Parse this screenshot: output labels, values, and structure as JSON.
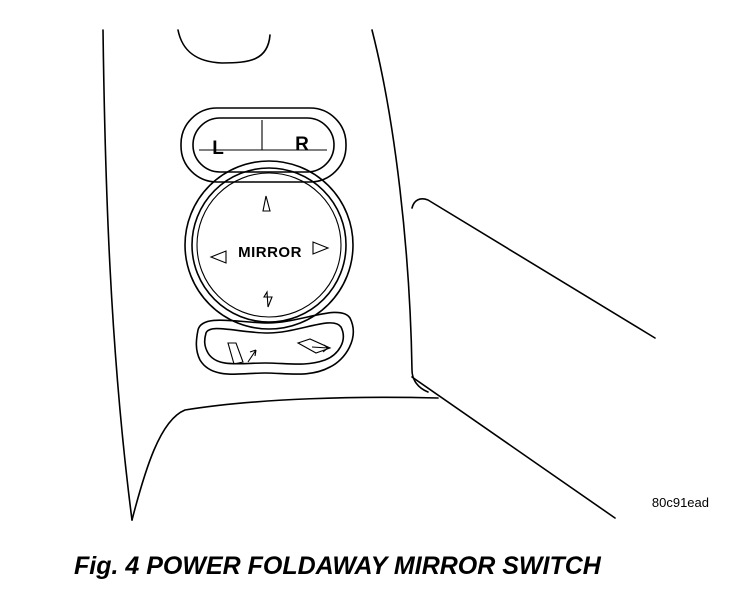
{
  "switch": {
    "left_label": "L",
    "right_label": "R",
    "center_label": "MIRROR"
  },
  "reference_code": "80c91ead",
  "caption": "Fig. 4 POWER FOLDAWAY MIRROR SWITCH"
}
